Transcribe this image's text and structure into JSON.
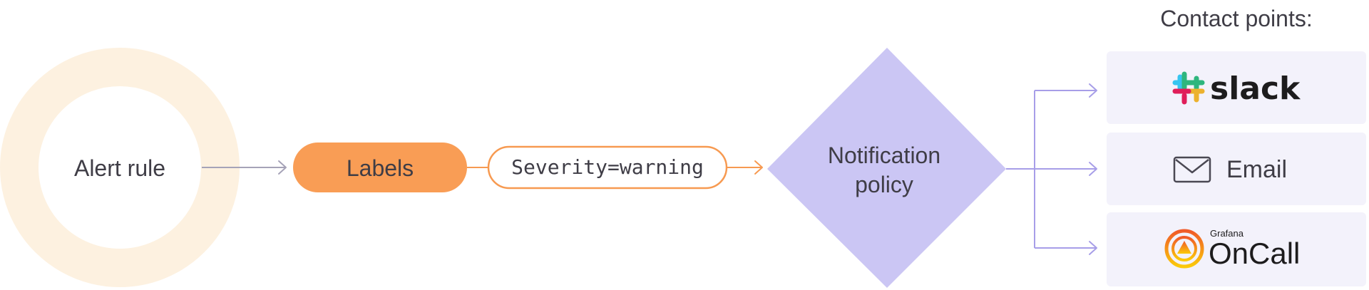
{
  "header": {
    "contact_points_title": "Contact points:"
  },
  "nodes": {
    "alert_rule": "Alert rule",
    "labels": "Labels",
    "label_value": "Severity=warning",
    "policy_line1": "Notification",
    "policy_line2": "policy"
  },
  "contact_points": {
    "slack": "slack",
    "email": "Email",
    "oncall_brand": "Grafana",
    "oncall_name": "OnCall"
  },
  "colors": {
    "ring": "#fdf1e0",
    "labels_pill": "#f99d55",
    "orange_line": "#f79a51",
    "diamond": "#cbc6f4",
    "purple_line": "#a79ee8",
    "card_bg": "#f3f2fb",
    "text": "#3f3d46"
  },
  "icons": [
    "slack-logo-icon",
    "envelope-icon",
    "oncall-logo-icon"
  ]
}
